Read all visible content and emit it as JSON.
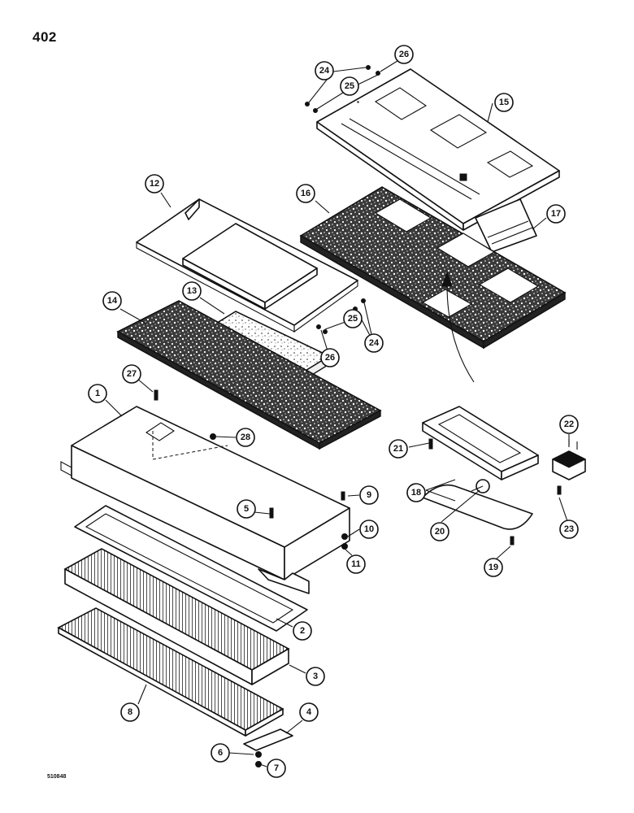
{
  "page": {
    "number": "402",
    "drawing_code": "510848"
  },
  "callouts": [
    "1",
    "2",
    "3",
    "4",
    "5",
    "6",
    "7",
    "8",
    "9",
    "10",
    "11",
    "12",
    "13",
    "14",
    "15",
    "16",
    "17",
    "18",
    "19",
    "20",
    "21",
    "22",
    "23",
    "24",
    "25",
    "26",
    "27",
    "28"
  ]
}
